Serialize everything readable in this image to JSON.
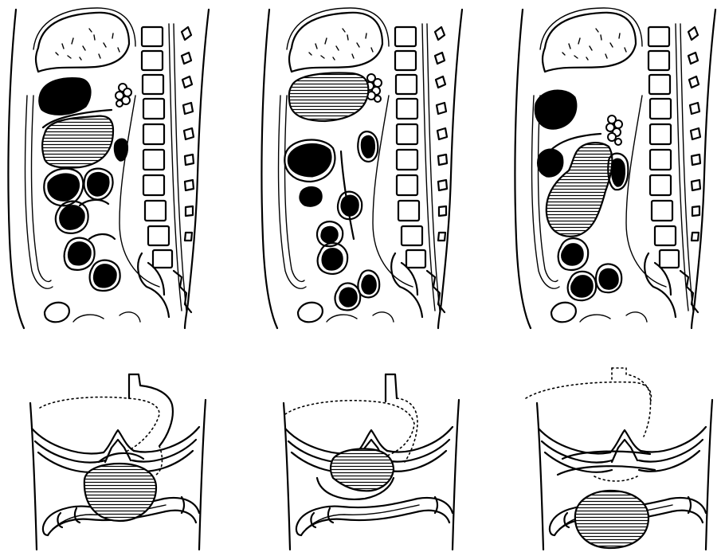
{
  "figure": {
    "panels": [
      {
        "id": "sagittal-1",
        "kind": "sagittal"
      },
      {
        "id": "sagittal-2",
        "kind": "sagittal"
      },
      {
        "id": "sagittal-3",
        "kind": "sagittal"
      },
      {
        "id": "frontal-1",
        "kind": "frontal"
      },
      {
        "id": "frontal-2",
        "kind": "frontal"
      },
      {
        "id": "frontal-3",
        "kind": "frontal"
      }
    ],
    "colors": {
      "ink": "#000000",
      "paper": "#ffffff"
    }
  }
}
